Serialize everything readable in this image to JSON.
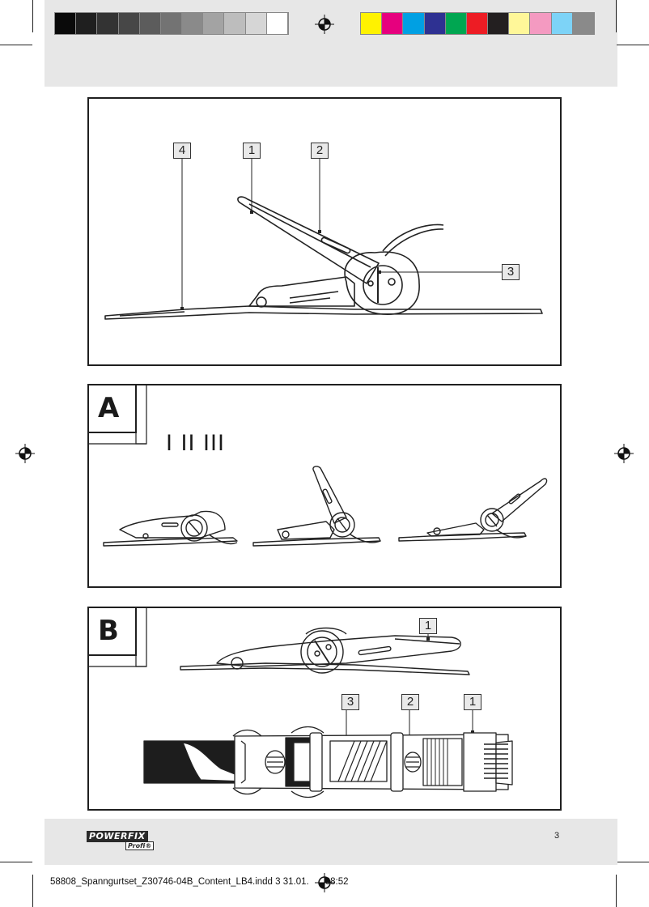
{
  "print_marks": {
    "grayscale_swatches": [
      "#0a0a0a",
      "#1f1f1f",
      "#333333",
      "#474747",
      "#5c5c5c",
      "#737373",
      "#8a8a8a",
      "#a3a3a3",
      "#bdbdbd",
      "#d6d6d6",
      "#ffffff"
    ],
    "color_swatches": [
      "#fff200",
      "#e6007e",
      "#00a0e3",
      "#2e3192",
      "#00a651",
      "#ed1c24",
      "#231f20",
      "#fff799",
      "#f49ac1",
      "#7dd3f7",
      "#8a8a8a"
    ]
  },
  "figure_main": {
    "callouts": [
      "4",
      "1",
      "2",
      "3"
    ]
  },
  "figure_a": {
    "section_letter": "A",
    "positions_label": "I II III"
  },
  "figure_b": {
    "section_letter": "B",
    "callout_top": "1",
    "callouts_bottom": [
      "3",
      "2",
      "1"
    ]
  },
  "footer": {
    "logo_main": "POWERFIX",
    "logo_sub": "Profi®",
    "page_number": "3",
    "slug_text": "58808_Spanngurtset_Z30746-04B_Content_LB4.indd   3  31.01.",
    "slug_time": "08:52"
  }
}
